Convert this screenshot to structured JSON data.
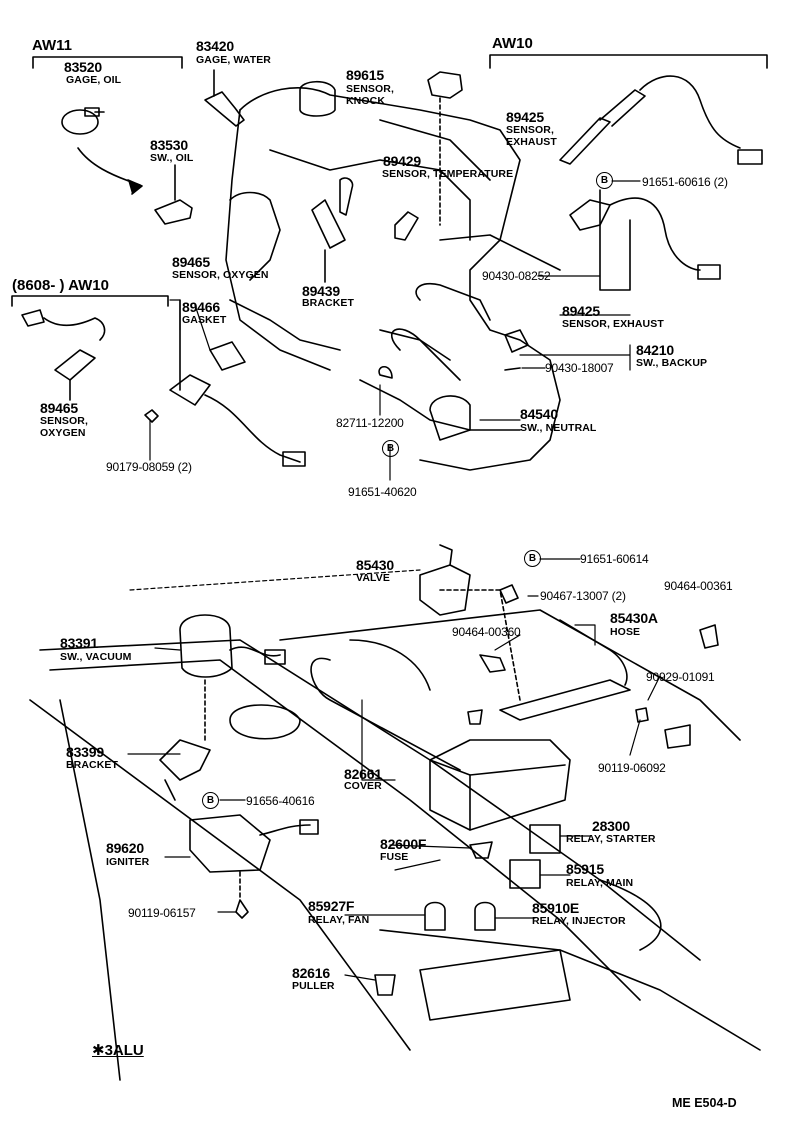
{
  "groups": {
    "aw11": "AW11",
    "aw10_top": "AW10",
    "aw10_left": "(8608-       ) AW10",
    "alu": "✱3ALU"
  },
  "footer": "ME  E504-D",
  "circle_mark": "B",
  "parts": {
    "p83520": {
      "num": "83520",
      "desc": "GAGE, OIL"
    },
    "p83420": {
      "num": "83420",
      "desc": "GAGE, WATER"
    },
    "p89615": {
      "num": "89615",
      "desc1": "SENSOR,",
      "desc2": "KNOCK"
    },
    "p89425a": {
      "num": "89425",
      "desc1": "SENSOR,",
      "desc2": "EXHAUST"
    },
    "p83530": {
      "num": "83530",
      "desc": "SW., OIL"
    },
    "p89429": {
      "num": "89429",
      "desc": "SENSOR, TEMPERATURE"
    },
    "p91651_60616": {
      "num": "91651-60616 (2)"
    },
    "p89465a": {
      "num": "89465",
      "desc": "SENSOR, OXYGEN"
    },
    "p89466": {
      "num": "89466",
      "desc": "GASKET"
    },
    "p89439": {
      "num": "89439",
      "desc": "BRACKET"
    },
    "p90430_08252": {
      "num": "90430-08252"
    },
    "p89425b": {
      "num": "89425",
      "desc": "SENSOR, EXHAUST"
    },
    "p84210": {
      "num": "84210",
      "desc": "SW., BACKUP"
    },
    "p90430_18007": {
      "num": "90430-18007"
    },
    "p89465b": {
      "num": "89465",
      "desc1": "SENSOR,",
      "desc2": "OXYGEN"
    },
    "p84540": {
      "num": "84540",
      "desc": "SW., NEUTRAL"
    },
    "p82711": {
      "num": "82711-12200"
    },
    "p90179": {
      "num": "90179-08059 (2)"
    },
    "p91651_40620": {
      "num": "91651-40620"
    },
    "p85430": {
      "num": "85430",
      "desc": "VALVE"
    },
    "p91651_60614": {
      "num": "91651-60614"
    },
    "p90467": {
      "num": "90467-13007 (2)"
    },
    "p90464_00361": {
      "num": "90464-00361"
    },
    "p85430a": {
      "num": "85430A",
      "desc": "HOSE"
    },
    "p90464_00360": {
      "num": "90464-00360"
    },
    "p83391": {
      "num": "83391",
      "desc": "SW., VACUUM"
    },
    "p90929": {
      "num": "90929-01091"
    },
    "p90119_06092": {
      "num": "90119-06092"
    },
    "p83399": {
      "num": "83399",
      "desc": "BRACKET"
    },
    "p82661": {
      "num": "82661",
      "desc": "COVER"
    },
    "p91656": {
      "num": "91656-40616"
    },
    "p28300": {
      "num": "28300",
      "desc": "RELAY, STARTER"
    },
    "p89620": {
      "num": "89620",
      "desc": "IGNITER"
    },
    "p82600f": {
      "num": "82600F",
      "desc": "FUSE"
    },
    "p85915": {
      "num": "85915",
      "desc": "RELAY, MAIN"
    },
    "p85927f": {
      "num": "85927F",
      "desc": "RELAY, FAN"
    },
    "p85910e": {
      "num": "85910E",
      "desc": "RELAY, INJECTOR"
    },
    "p90119_06157": {
      "num": "90119-06157"
    },
    "p82616": {
      "num": "82616",
      "desc": "PULLER"
    }
  }
}
